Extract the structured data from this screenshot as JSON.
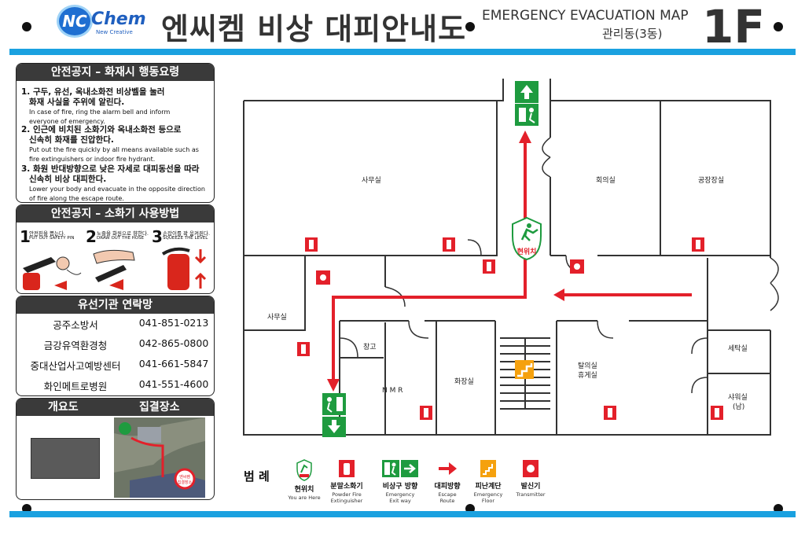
{
  "header": {
    "logo_text": "NC",
    "logo_word": "Chem",
    "logo_tagline": "New Creative",
    "title_ko": "엔씨켐 비상 대피안내도",
    "title_en": "EMERGENCY EVACUATION MAP",
    "building": "관리동(3동)",
    "floor": "1F"
  },
  "fire_panel": {
    "title": "안전공지 – 화재시 행동요령",
    "steps": [
      {
        "ko_1": "1. 구두, 유선, 옥내소화전 비상벨을 눌러",
        "ko_2": "화재 사실을 주위에 알린다.",
        "en_1": "In case of fire, ring the alarm bell and inform",
        "en_2": "everyone of emergency."
      },
      {
        "ko_1": "2. 인근에 비치된 소화기와 옥내소화전 등으로",
        "ko_2": "신속히 화재를 진압한다.",
        "en_1": "Put out the fire quickly by all means available such as",
        "en_2": "fire extinguishers or indoor fire hydrant."
      },
      {
        "ko_1": "3. 화원 반대방향으로 낮은 자세로 대피동선을 따라",
        "ko_2": "신속히 비상 대피한다.",
        "en_1": "Lower your body and evacuate in the opposite direction",
        "en_2": "of fire along the escape route."
      }
    ]
  },
  "extinguisher_panel": {
    "title": "안전공지 – 소화기 사용방법",
    "steps": [
      {
        "num": "1",
        "ko": "안전핀을 뽑는다.",
        "en": "PUT OUT SAFETY PIN"
      },
      {
        "num": "2",
        "ko": "노즐을 화원으로 향한다.",
        "en": "DRAW OUT THE HOSE"
      },
      {
        "num": "3",
        "ko": "손잡이를 꽉 움켜쥔다.",
        "en": "SQUEEZE THE LEVEL"
      }
    ]
  },
  "contacts_panel": {
    "title": "유선기관 연락망",
    "rows": [
      {
        "name": "공주소방서",
        "phone": "041-851-0213"
      },
      {
        "name": "금강유역환경청",
        "phone": "042-865-0800"
      },
      {
        "name": "중대산업사고예방센터",
        "phone": "041-661-5847"
      },
      {
        "name": "화인메트로병원",
        "phone": "041-551-4600"
      }
    ]
  },
  "overview_panel": {
    "overview_label": "개요도",
    "assembly_label": "집결장소",
    "assembly_badge_1": "엔씨켐",
    "assembly_badge_2": "집결장소"
  },
  "rooms": {
    "office_top": "사무실",
    "meeting": "회의실",
    "factory_head": "공장장실",
    "office_left": "사무실",
    "storage": "창고",
    "nmr": "N M R",
    "restroom": "화장실",
    "locker_1": "탈의실",
    "locker_2": "휴게실",
    "laundry": "세탁실",
    "shower_1": "샤워실",
    "shower_2": "(남)"
  },
  "map_marks": {
    "you_are_here": "현위치"
  },
  "legend": {
    "title": "범 례",
    "items": [
      {
        "ko": "현위치",
        "en_1": "You are Here",
        "en_2": "",
        "icon": "you-are-here-icon"
      },
      {
        "ko": "분말소화기",
        "en_1": "Powder Fire",
        "en_2": "Extinguisher",
        "icon": "fire-extinguisher-icon"
      },
      {
        "ko": "비상구 방향",
        "en_1": "Emergency",
        "en_2": "Exit way",
        "icon": "exit-sign-icon"
      },
      {
        "ko": "대피방향",
        "en_1": "Escape",
        "en_2": "Route",
        "icon": "escape-arrow-icon"
      },
      {
        "ko": "피난계단",
        "en_1": "Emergency",
        "en_2": "Floor",
        "icon": "stairs-icon"
      },
      {
        "ko": "발신기",
        "en_1": "Transmitter",
        "en_2": "",
        "icon": "transmitter-icon"
      }
    ]
  },
  "colors": {
    "accent_blue": "#1aa1e0",
    "route_red": "#e3202a",
    "exit_green": "#1e9b3f",
    "stairs_orange": "#f5a10e",
    "panel_dark": "#3a3a3a"
  }
}
